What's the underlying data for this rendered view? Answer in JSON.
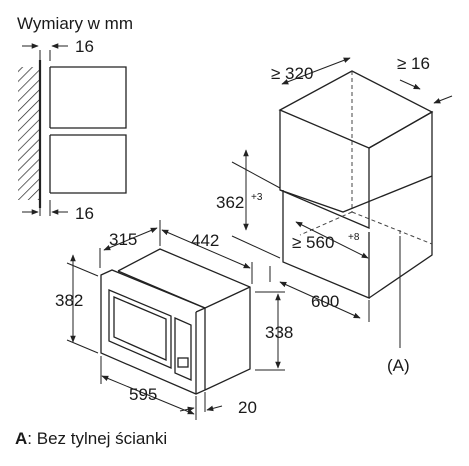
{
  "title": "Wymiary w mm",
  "side_view": {
    "top_gap": "16",
    "bottom_gap": "16"
  },
  "cabinet": {
    "depth_min": "≥ 320",
    "side_gap": "≥ 16",
    "niche_height": "362",
    "niche_height_sup": "+3",
    "niche_width": "≥ 560",
    "niche_width_sup": "+8",
    "cabinet_width": "600",
    "back_label": "(A)",
    "back_letter": "A"
  },
  "oven": {
    "depth": "315",
    "body_width": "442",
    "height": "382",
    "body_height": "338",
    "front_width": "595",
    "front_depth": "20"
  },
  "footnote": {
    "key": "A",
    "text": ": Bez tylnej ścianki"
  }
}
